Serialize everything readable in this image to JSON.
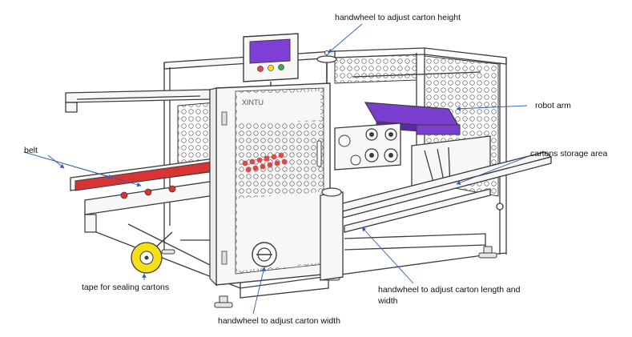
{
  "brand_mark": "XINTU",
  "colors": {
    "line": "#3c3c3c",
    "frame_fill": "#f7f7f7",
    "leader": "#2f5fb0",
    "belt": "#d93434",
    "robot_arm": "#7b3fd0",
    "screen": "#7f3fd7",
    "tape_roll": "#f3e01a",
    "red_dots": "#dd4a4a"
  },
  "callouts": [
    {
      "id": "handwheel-height",
      "text": "handwheel to adjust carton height"
    },
    {
      "id": "robot-arm",
      "text": "robot arm"
    },
    {
      "id": "belt",
      "text": "belt"
    },
    {
      "id": "cartons-storage",
      "text": "cartons storage area"
    },
    {
      "id": "tape",
      "text": "tape for sealing cartons"
    },
    {
      "id": "handwheel-length",
      "line1": "handwheel to adjust carton length and",
      "line2": "width"
    },
    {
      "id": "handwheel-width",
      "text": "handwheel to adjust carton width"
    }
  ]
}
